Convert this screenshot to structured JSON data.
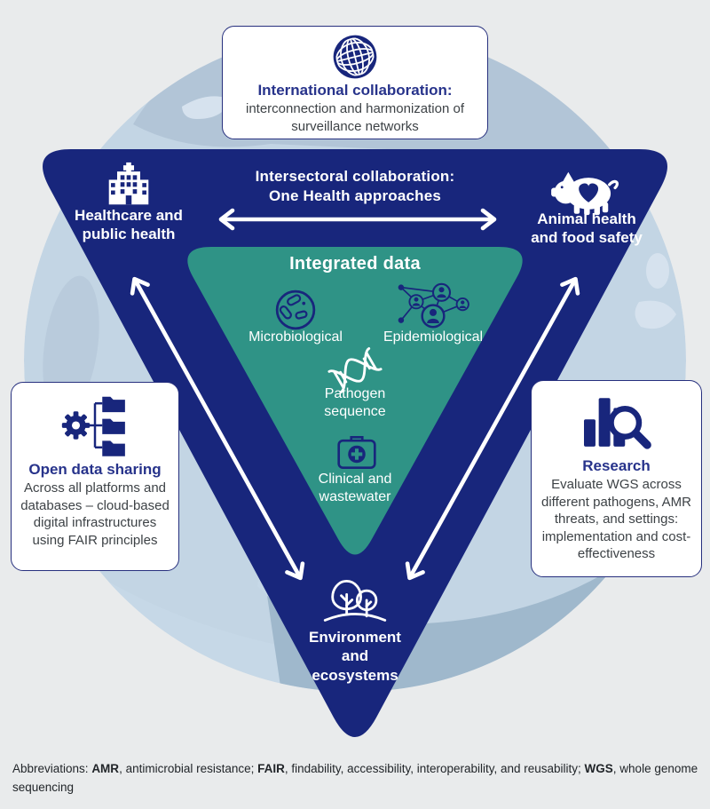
{
  "colors": {
    "navy": "#18267c",
    "teal": "#2f9386",
    "background": "#e9ebec",
    "globe_water": "#c3d5e4",
    "globe_land": "#b2c5d7",
    "globe_land_dark": "#9fb8cc",
    "globe_land_light": "#d6e2ee",
    "card_border": "#27307e",
    "title_text": "#27338b",
    "body_text": "#3d4246",
    "white": "#ffffff"
  },
  "top_box": {
    "icon": "globe-icon",
    "title": "International collaboration:",
    "body": "interconnection and harmonization of surveillance networks"
  },
  "triangle": {
    "intersectoral": "Intersectoral collaboration:\nOne Health approaches",
    "healthcare": "Healthcare and\npublic health",
    "animal": "Animal health\nand food safety",
    "environment": "Environment\nand\necosystems"
  },
  "integrated": {
    "title": "Integrated data",
    "microbiological": "Microbiological",
    "epidemiological": "Epidemiological",
    "pathogen": "Pathogen\nsequence",
    "clinical": "Clinical and\nwastewater"
  },
  "open_data_box": {
    "icon": "gear-folders-icon",
    "title": "Open data sharing",
    "body": "Across all platforms and databases – cloud-based digital infrastructures using FAIR principles"
  },
  "research_box": {
    "icon": "chart-magnifier-icon",
    "title": "Research",
    "body": "Evaluate WGS across different pathogens, AMR threats, and settings: implementation and cost-effectiveness"
  },
  "abbreviations": {
    "segments": [
      {
        "text": "Abbreviations: ",
        "bold": false
      },
      {
        "text": "AMR",
        "bold": true
      },
      {
        "text": ", antimicrobial resistance; ",
        "bold": false
      },
      {
        "text": "FAIR",
        "bold": true
      },
      {
        "text": ", findability, accessibility, interoperability, and reusability; ",
        "bold": false
      },
      {
        "text": "WGS",
        "bold": true
      },
      {
        "text": ", whole genome sequencing",
        "bold": false
      }
    ]
  }
}
